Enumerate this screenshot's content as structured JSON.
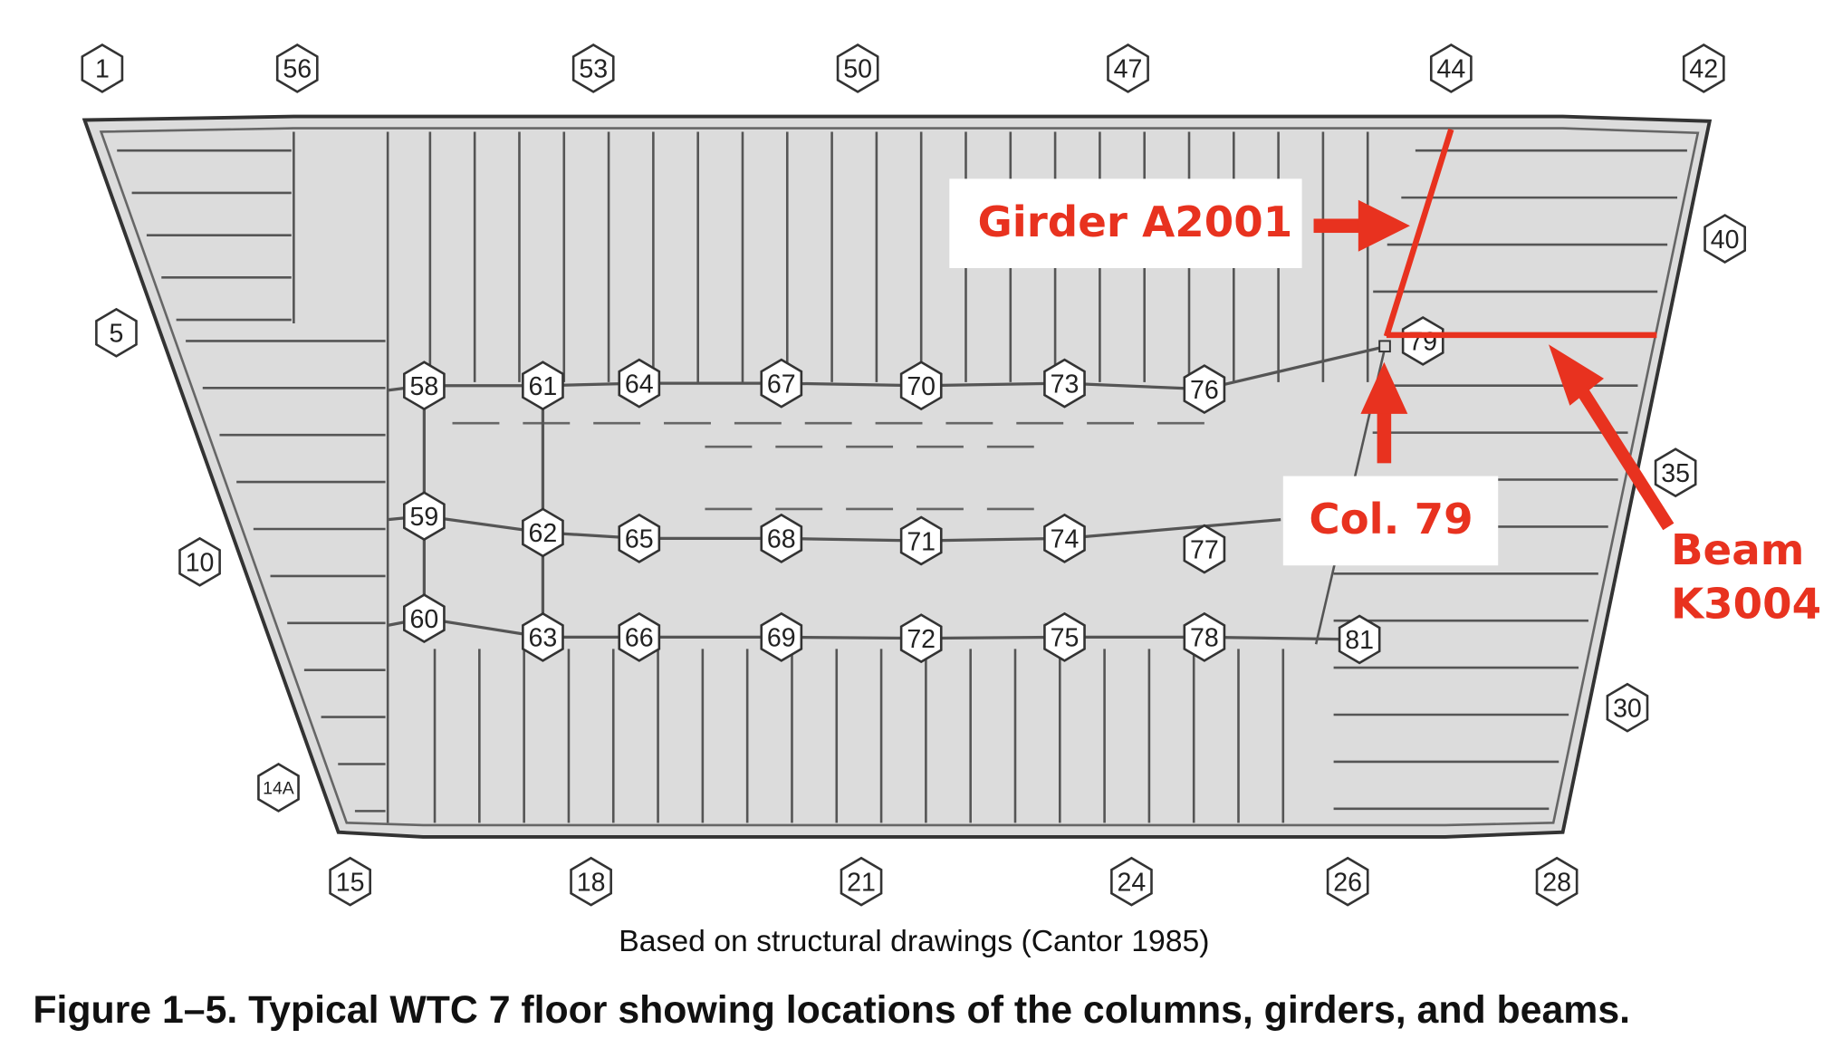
{
  "columns": {
    "perimeter_top": [
      "1",
      "56",
      "53",
      "50",
      "47",
      "44",
      "42"
    ],
    "perimeter_left": [
      "5",
      "10",
      "14A"
    ],
    "perimeter_right": [
      "40",
      "35",
      "30"
    ],
    "perimeter_bottom": [
      "15",
      "18",
      "21",
      "24",
      "26",
      "28"
    ],
    "core_row_1": [
      "58",
      "61",
      "64",
      "67",
      "70",
      "73",
      "76",
      "79"
    ],
    "core_row_2": [
      "59",
      "62",
      "65",
      "68",
      "71",
      "74",
      "77"
    ],
    "core_row_3": [
      "60",
      "63",
      "66",
      "69",
      "72",
      "75",
      "78",
      "81"
    ]
  },
  "annotations": {
    "girder_label": "Girder A2001",
    "column_label": "Col. 79",
    "beam_label_line1": "Beam",
    "beam_label_line2": "K3004",
    "highlight_color": "#e8321f"
  },
  "source_note": "Based on structural drawings (Cantor 1985)",
  "caption": "Figure 1–5.  Typical WTC 7 floor showing locations of the columns, girders, and beams."
}
